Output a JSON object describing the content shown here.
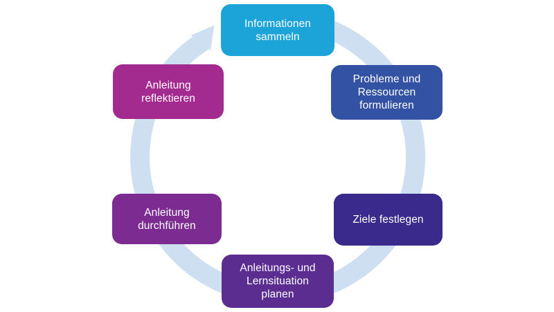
{
  "page": {
    "background_color": "#FFFFFF"
  },
  "diagram": {
    "type": "cycle",
    "direction": "clockwise",
    "ring_color": "#CEDFF2",
    "text_color": "#FFFFFF",
    "steps": [
      {
        "order": 1,
        "position": "top",
        "label": "Informationen\nsammeln",
        "color": "#1CA3D8"
      },
      {
        "order": 2,
        "position": "top-right",
        "label": "Probleme und\nRessourcen\nformulieren",
        "color": "#3352A4"
      },
      {
        "order": 3,
        "position": "bottom-right",
        "label": "Ziele festlegen",
        "color": "#392A8C"
      },
      {
        "order": 4,
        "position": "bottom",
        "label": "Anleitungs- und\nLernsituation\nplanen",
        "color": "#5C2D91"
      },
      {
        "order": 5,
        "position": "bottom-left",
        "label": "Anleitung\ndurchführen",
        "color": "#7C2C90"
      },
      {
        "order": 6,
        "position": "top-left",
        "label": "Anleitung\nreflektieren",
        "color": "#A32A8E"
      }
    ]
  }
}
